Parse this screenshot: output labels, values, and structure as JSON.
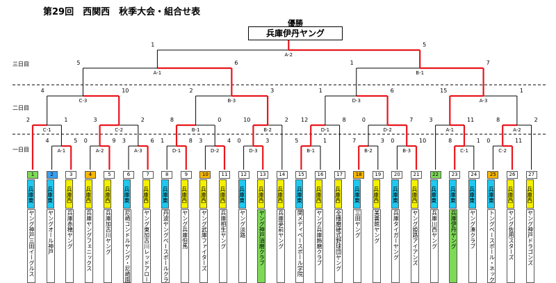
{
  "title": "第29回　西関西　秋季大会・組合せ表",
  "champion_label": "優勝",
  "champion": "兵庫伊丹ヤング",
  "day_labels": [
    "三日目",
    "二日目",
    "一日目"
  ],
  "colors": {
    "win": "#e8151b",
    "line": "#000000",
    "east": "#20c8f0",
    "west": "#f4f000",
    "green": "#7ed957",
    "blue": "#3aa0f0",
    "orange": "#f8b600"
  },
  "teams": [
    {
      "no": "1",
      "pref": "兵庫東",
      "name": "ヤング神戸三田イーグルス",
      "noColor": "#7ed957",
      "bg": "#20c8f0"
    },
    {
      "no": "2",
      "pref": "兵庫東",
      "name": "ヤングオール神戸",
      "noColor": "#3aa0f0",
      "bg": "#20c8f0"
    },
    {
      "no": "3",
      "pref": "兵庫西",
      "name": "兵庫赤穂ヤング",
      "noColor": "",
      "bg": "#f4f000"
    },
    {
      "no": "4",
      "pref": "兵庫西",
      "name": "兵庫ヤングフェニックス",
      "noColor": "#f8b600",
      "bg": "#f4f000"
    },
    {
      "no": "5",
      "pref": "兵庫西",
      "name": "兵庫加古川ヤング",
      "noColor": "",
      "bg": "#f4f000"
    },
    {
      "no": "6",
      "pref": "兵庫東",
      "name": "尼崎コンドルヤング・尼崎園田フレンズヤング連合",
      "noColor": "",
      "bg": "#20c8f0"
    },
    {
      "no": "7",
      "pref": "兵庫西",
      "name": "ヤング東加古川レッドアローズ",
      "noColor": "",
      "bg": "#f4f000"
    },
    {
      "no": "8",
      "pref": "兵庫東",
      "name": "丹波ヤングベースボールクラ",
      "noColor": "",
      "bg": "#20c8f0"
    },
    {
      "no": "9",
      "pref": "兵庫西",
      "name": "ヤング兵庫但馬",
      "noColor": "",
      "bg": "#f4f000"
    },
    {
      "no": "10",
      "pref": "兵庫西",
      "name": "ヤング武庫ファイターズ",
      "noColor": "#f8b600",
      "bg": "#f4f000"
    },
    {
      "no": "11",
      "pref": "兵庫西",
      "name": "兵庫相生ヤング",
      "noColor": "",
      "bg": "#f4f000"
    },
    {
      "no": "12",
      "pref": "兵庫東",
      "name": "ヤング淡路",
      "noColor": "",
      "bg": "#20c8f0"
    },
    {
      "no": "13",
      "pref": "兵庫西",
      "name": "ヤング神戸須磨クラブ",
      "noColor": "",
      "bg": "#f4f000",
      "nameBg": "#7ed957"
    },
    {
      "no": "14",
      "pref": "兵庫西",
      "name": "兵庫夢前ヤング",
      "noColor": "",
      "bg": "#f4f000"
    },
    {
      "no": "15",
      "pref": "兵庫東",
      "name": "関メディベースボール学院",
      "noColor": "",
      "bg": "#20c8f0"
    },
    {
      "no": "16",
      "pref": "兵庫西",
      "name": "ヤング兵庫飾磨クラブ",
      "noColor": "",
      "bg": "#f4f000"
    },
    {
      "no": "17",
      "pref": "兵庫西",
      "name": "全播磨硬式野球団ヤング",
      "noColor": "",
      "bg": "#f4f000"
    },
    {
      "no": "18",
      "pref": "兵庫東",
      "name": "三田ヤング",
      "noColor": "#f8b600",
      "bg": "#20c8f0"
    },
    {
      "no": "19",
      "pref": "兵庫西",
      "name": "美嚢館ヤング",
      "noColor": "",
      "bg": "#f4f000"
    },
    {
      "no": "20",
      "pref": "兵庫東",
      "name": "兵庫タイガーヤング",
      "noColor": "",
      "bg": "#20c8f0"
    },
    {
      "no": "21",
      "pref": "兵庫西",
      "name": "ヤング姫路アイアンズ",
      "noColor": "",
      "bg": "#f4f000"
    },
    {
      "no": "22",
      "pref": "兵庫東",
      "name": "兵庫川西ヤング",
      "noColor": "#7ed957",
      "bg": "#20c8f0"
    },
    {
      "no": "23",
      "pref": "兵庫東",
      "name": "兵庫伊丹ヤング",
      "noColor": "",
      "bg": "#20c8f0",
      "nameBg": "#7ed957"
    },
    {
      "no": "24",
      "pref": "兵庫東",
      "name": "ヤング湊クラブ",
      "noColor": "",
      "bg": "#20c8f0"
    },
    {
      "no": "25",
      "pref": "兵庫東",
      "name": "トングベースボール・ネックワー",
      "noColor": "#f8b600",
      "bg": "#20c8f0"
    },
    {
      "no": "26",
      "pref": "兵庫西",
      "name": "ヤング佐用スターズ",
      "noColor": "",
      "bg": "#f4f000"
    },
    {
      "no": "27",
      "pref": "兵庫西",
      "name": "ヤング神戸ドラゴンズ",
      "noColor": "",
      "bg": "#f4f000"
    }
  ],
  "matches": [
    {
      "id": "A-1",
      "day": 1,
      "l": 2,
      "r": 3,
      "ls": "4",
      "rs": "5",
      "w": "r"
    },
    {
      "id": "A-2",
      "day": 1,
      "l": 4,
      "r": 5,
      "ls": "0",
      "rs": "9",
      "w": "r"
    },
    {
      "id": "A-3",
      "day": 1,
      "l": 6,
      "r": 7,
      "ls": "3",
      "rs": "6",
      "w": "r"
    },
    {
      "id": "D-1",
      "day": 1,
      "l": 8,
      "r": 9,
      "ls": "1",
      "rs": "8",
      "w": "r"
    },
    {
      "id": "D-2",
      "day": 1,
      "l": 10,
      "r": 11,
      "ls": "3",
      "rs": "4",
      "w": "r"
    },
    {
      "id": "D-3",
      "day": 1,
      "l": 12,
      "r": 13,
      "ls": "0",
      "rs": "3",
      "w": "r"
    },
    {
      "id": "B-1",
      "day": 1,
      "l": 15,
      "r": 16,
      "ls": "5",
      "rs": "1",
      "w": "l"
    },
    {
      "id": "B-2",
      "day": 1,
      "l": 18,
      "r": 19,
      "ls": "7",
      "rs": "3",
      "w": "l"
    },
    {
      "id": "B-3",
      "day": 1,
      "l": 20,
      "r": 21,
      "ls": "0",
      "rs": "10",
      "w": "r"
    },
    {
      "id": "C-1",
      "day": 1,
      "l": 23,
      "r": 24,
      "ls": "8",
      "rs": "1",
      "w": "l"
    },
    {
      "id": "C-2",
      "day": 1,
      "l": 25,
      "r": 26,
      "ls": "0",
      "rs": "11",
      "w": "r"
    },
    {
      "id": "C-1",
      "day": 2,
      "l": 1,
      "r": "A-1",
      "ls": "2",
      "rs": "1",
      "w": "l"
    },
    {
      "id": "C-2",
      "day": 2,
      "l": "A-2",
      "r": "A-3",
      "ls": "3",
      "rs": "2",
      "w": "l"
    },
    {
      "id": "B-1",
      "day": 2,
      "l": "D-1",
      "r": "D-2",
      "ls": "8",
      "rs": "0",
      "w": "l"
    },
    {
      "id": "B-2",
      "day": 2,
      "l": "D-3",
      "r": 14,
      "ls": "10",
      "rs": "2",
      "w": "l"
    },
    {
      "id": "D-1",
      "day": 2,
      "l": "B-1",
      "r": 17,
      "ls": "12",
      "rs": "8",
      "w": "l"
    },
    {
      "id": "D-2",
      "day": 2,
      "l": "B-2",
      "r": "B-3",
      "ls": "0",
      "rs": "7",
      "w": "r"
    },
    {
      "id": "A-1",
      "day": 2,
      "l": 22,
      "r": "C-1",
      "ls": "3",
      "rs": "11",
      "w": "r"
    },
    {
      "id": "A-2",
      "day": 2,
      "l": "C-2",
      "r": 27,
      "ls": "8",
      "rs": "2",
      "w": "l"
    },
    {
      "id": "C-3",
      "day": 2,
      "l": "C-1@2",
      "r": "C-2@2",
      "ls": "4",
      "rs": "10",
      "w": "r"
    },
    {
      "id": "B-3",
      "day": 2,
      "l": "B-1@2",
      "r": "B-2@2",
      "ls": "2",
      "rs": "3",
      "w": "r"
    },
    {
      "id": "D-3",
      "day": 2,
      "l": "D-1@2",
      "r": "D-2@2",
      "ls": "1",
      "rs": "6",
      "w": "r"
    },
    {
      "id": "A-3",
      "day": 2,
      "l": "A-1@2",
      "r": "A-2@2",
      "ls": "15",
      "rs": "1",
      "w": "l"
    },
    {
      "id": "A-1",
      "day": 3,
      "l": "C-3",
      "r": "B-3",
      "ls": "5",
      "rs": "6",
      "w": "r"
    },
    {
      "id": "B-1",
      "day": 3,
      "l": "D-3",
      "r": "A-3",
      "ls": "1",
      "rs": "7",
      "w": "r"
    },
    {
      "id": "A-2",
      "day": 3,
      "l": "A-1@3",
      "r": "B-1@3",
      "ls": "1",
      "rs": "5",
      "w": "r"
    }
  ]
}
